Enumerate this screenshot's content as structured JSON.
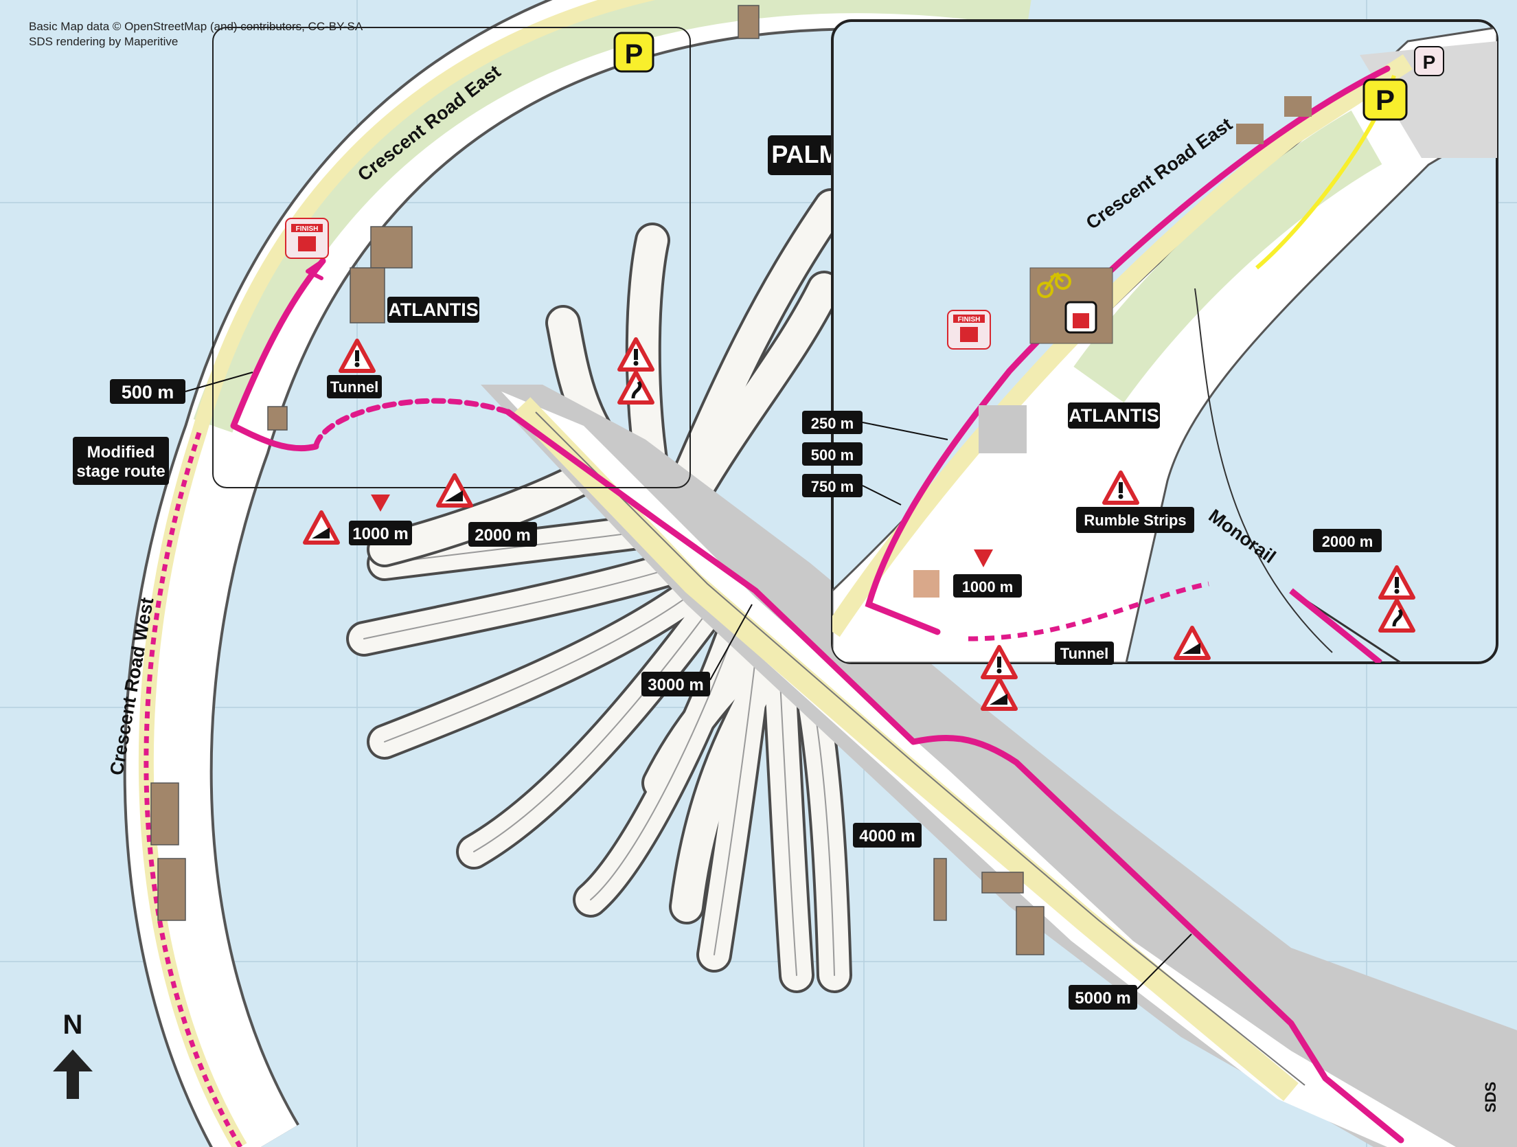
{
  "map": {
    "title": "PALM JUMEIRAH",
    "attribution": [
      "Basic Map data © OpenStreetMap (and) contributors, CC-BY-SA",
      "SDS rendering by Maperitive"
    ],
    "credit": "SDS",
    "north_label": "N",
    "colors": {
      "water": "#d3e8f3",
      "land": "#ffffff",
      "park": "#dbe9c4",
      "route": "#e0198a",
      "road_yellow": "#f2ecb2",
      "urban": "#c8c8c8"
    }
  },
  "main_labels": {
    "roads": {
      "crescent_east": "Crescent Road East",
      "crescent_west": "Crescent Road West"
    },
    "atlantis": "ATLANTIS",
    "tunnel": "Tunnel",
    "modified_route": [
      "Modified",
      "stage route"
    ],
    "distances": {
      "d500": "500 m",
      "d1000": "1000 m",
      "d2000": "2000 m",
      "d3000": "3000 m",
      "d4000": "4000 m",
      "d5000": "5000 m"
    }
  },
  "inset_labels": {
    "road": "Crescent Road East",
    "atlantis": "ATLANTIS",
    "tunnel": "Tunnel",
    "rumble": "Rumble Strips",
    "monorail": "Monorail",
    "distances": {
      "d250": "250 m",
      "d500": "500 m",
      "d750": "750 m",
      "d1000": "1000 m",
      "d2000": "2000 m"
    }
  },
  "icons": {
    "parking": "P",
    "finish": "FINISH",
    "hazards": [
      "warning-triangle-icon",
      "descent-triangle-icon",
      "curve-triangle-icon"
    ],
    "other": [
      "parking-icon",
      "finish-icon",
      "bicycle-icon",
      "flamme-rouge-icon",
      "north-arrow-icon"
    ]
  }
}
